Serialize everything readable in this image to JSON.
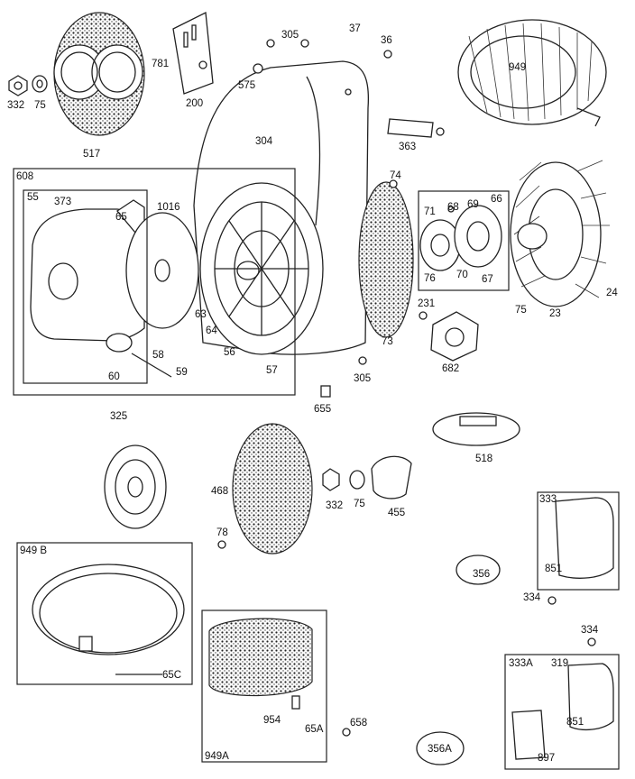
{
  "diagram": {
    "parts": {
      "p332a": "332",
      "p75a": "75",
      "p781": "781",
      "p200": "200",
      "p517": "517",
      "p305a": "305",
      "p37": "37",
      "p36": "36",
      "p575": "575",
      "p949": "949",
      "p304": "304",
      "p363": "363",
      "p608": "608",
      "p55": "55",
      "p373": "373",
      "p65": "65",
      "p1016": "1016",
      "p74": "74",
      "p66": "66",
      "p71": "71",
      "p68": "68",
      "p69": "69",
      "p76": "76",
      "p70": "70",
      "p67": "67",
      "p24": "24",
      "p75b": "75",
      "p23": "23",
      "p231": "231",
      "p63": "63",
      "p64": "64",
      "p56": "56",
      "p58": "58",
      "p59": "59",
      "p60": "60",
      "p57": "57",
      "p73": "73",
      "p682": "682",
      "p305b": "305",
      "p655": "655",
      "p325": "325",
      "p468": "468",
      "p332b": "332",
      "p75c": "75",
      "p455": "455",
      "p518": "518",
      "p78": "78",
      "p949B": "949 B",
      "p65C": "65C",
      "p333": "333",
      "p356": "356",
      "p851a": "851",
      "p334a": "334",
      "p334b": "334",
      "p333A": "333A",
      "p319": "319",
      "p851b": "851",
      "p897": "897",
      "p356A": "356A",
      "p954": "954",
      "p65A": "65A",
      "p658": "658",
      "p949A": "949A"
    }
  }
}
